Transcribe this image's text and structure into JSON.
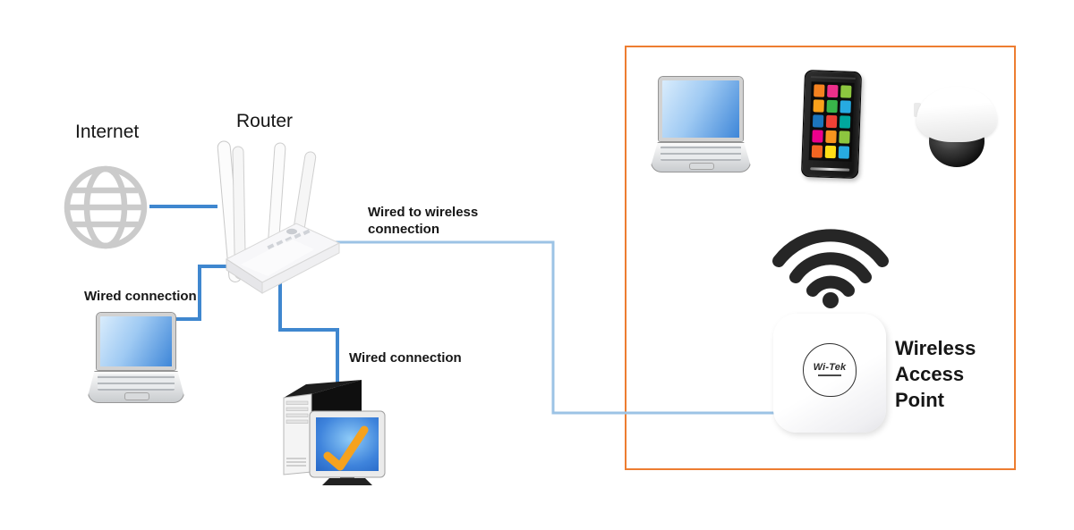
{
  "labels": {
    "internet": "Internet",
    "router": "Router",
    "wired_connection_left": "Wired connection",
    "wired_connection_bottom": "Wired connection",
    "wired_to_wireless": "Wired to wireless connection",
    "wireless_access_point": "Wireless Access Point"
  },
  "access_point": {
    "logo_text": "Wi-Tek"
  },
  "colors": {
    "wired_line": "#3f87cf",
    "wireless_line": "#9cc3e5",
    "zone_border": "#ed7d31",
    "wifi_icon": "#262626",
    "globe_icon": "#cbcbcb"
  }
}
